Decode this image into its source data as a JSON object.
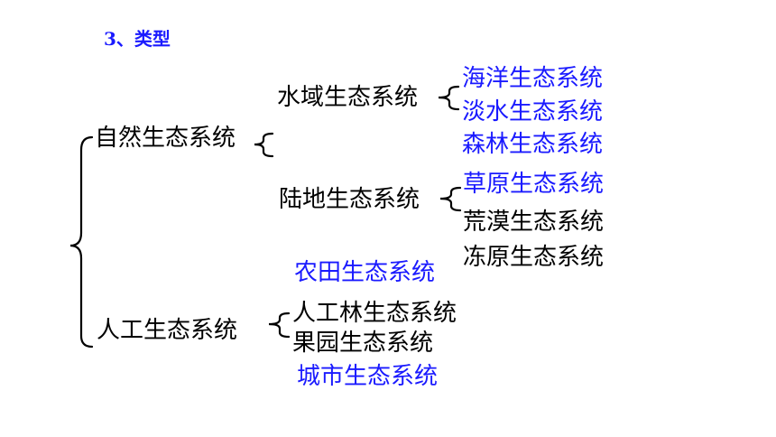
{
  "title": "3、类型",
  "colors": {
    "black": "#000000",
    "blue": "#1a1aff"
  },
  "tree": {
    "natural": {
      "label": "自然生态系统",
      "water": {
        "label": "水域生态系统",
        "items": [
          "海洋生态系统",
          "淡水生态系统"
        ]
      },
      "forest_label": "森林生态系统",
      "land": {
        "label": "陆地生态系统",
        "items": [
          "草原生态系统",
          "荒漠生态系统",
          "冻原生态系统"
        ]
      }
    },
    "artificial": {
      "label": "人工生态系统",
      "items": [
        "农田生态系统",
        "人工林生态系统",
        "果园生态系统",
        "城市生态系统"
      ]
    }
  }
}
